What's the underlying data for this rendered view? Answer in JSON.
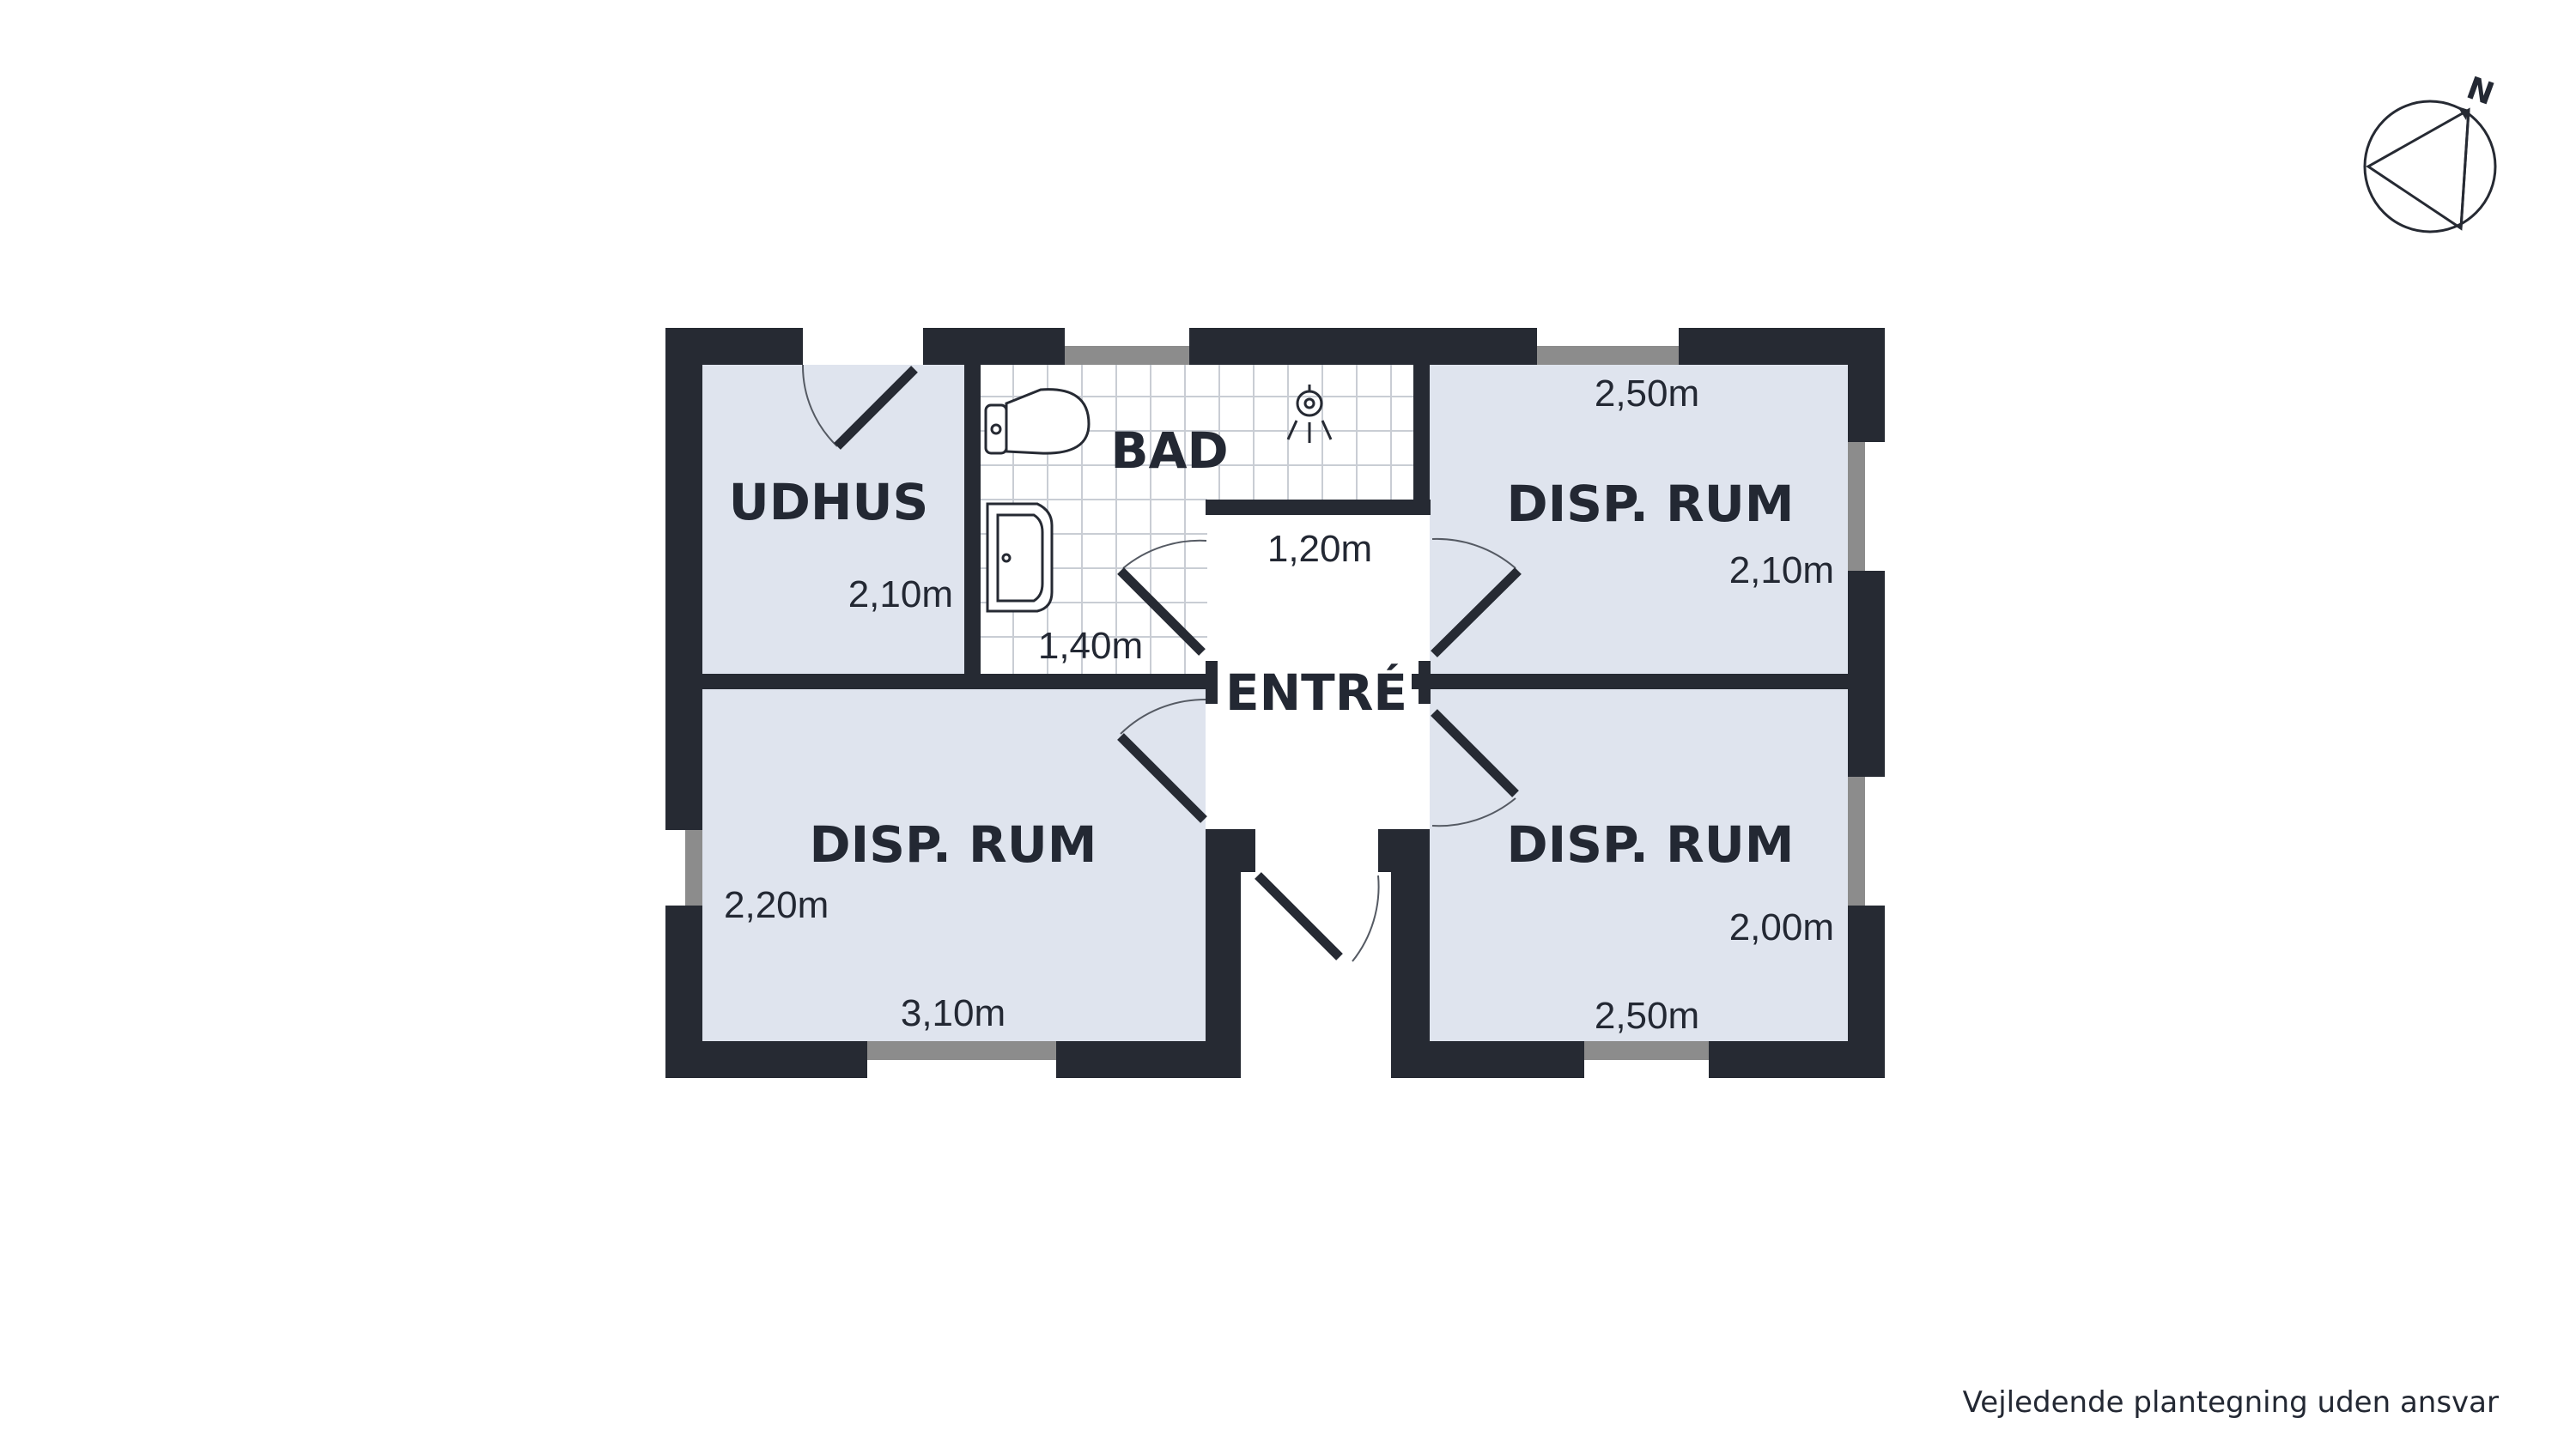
{
  "rooms": {
    "udhus": {
      "name": "UDHUS",
      "dim": "2,10m"
    },
    "bad": {
      "name": "BAD",
      "dim": "1,40m"
    },
    "entre": {
      "name": "ENTRÉ",
      "dim": "1,20m"
    },
    "disp_rum_top_right": {
      "name": "DISP. RUM",
      "dim_top": "2,50m",
      "dim_side": "2,10m"
    },
    "disp_rum_bottom_left": {
      "name": "DISP. RUM",
      "dim_side": "2,20m",
      "dim_bottom": "3,10m"
    },
    "disp_rum_bottom_right": {
      "name": "DISP. RUM",
      "dim_side": "2,00m",
      "dim_bottom": "2,50m"
    }
  },
  "compass": {
    "label": "N"
  },
  "disclaimer": "Vejledende plantegning uden ansvar",
  "colors": {
    "wall": "#262a33",
    "floor": "#dfe4ee",
    "window": "#8c8c8c",
    "tile_line": "#c9cdd4"
  }
}
